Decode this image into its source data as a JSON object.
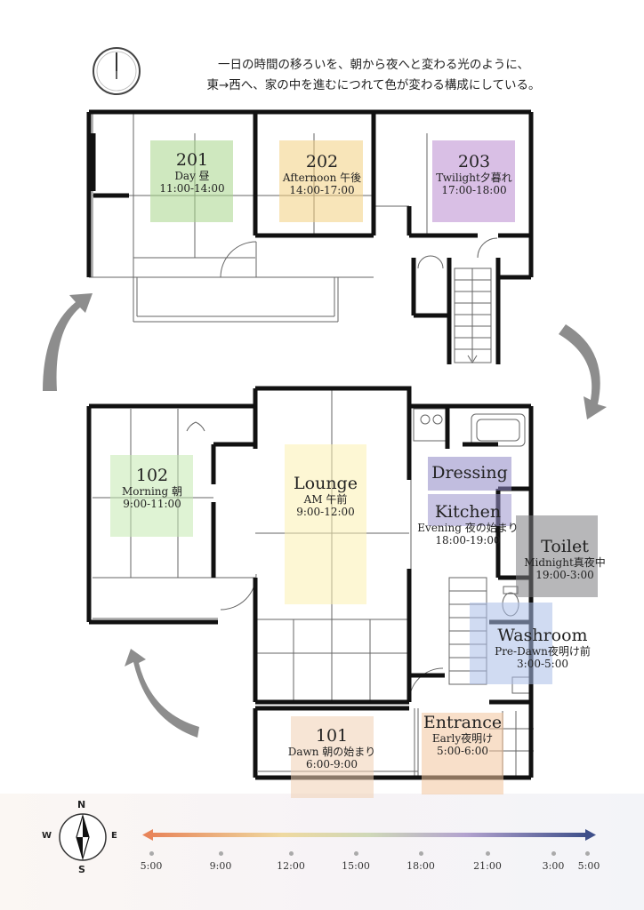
{
  "caption": {
    "line1": "一日の時間の移ろいを、朝から夜へと変わる光のように、",
    "line2": "東→西へ、家の中を進むにつれて色が変わる構成にしている。"
  },
  "rooms": [
    {
      "id": "201",
      "num": "201",
      "sub1": "Day 昼",
      "sub2": "11:00-14:00",
      "color": "#a8d58a"
    },
    {
      "id": "202",
      "num": "202",
      "sub1": "Afternoon 午後",
      "sub2": "14:00-17:00",
      "color": "#f2cf80"
    },
    {
      "id": "203",
      "num": "203",
      "sub1": "Twilight夕暮れ",
      "sub2": "17:00-18:00",
      "color": "#b98ad0"
    },
    {
      "id": "102",
      "num": "102",
      "sub1": "Morning 朝",
      "sub2": "9:00-11:00",
      "color": "#c4eab0"
    },
    {
      "id": "lounge",
      "num": "Lounge",
      "sub1": "AM 午前",
      "sub2": "9:00-12:00",
      "color": "#fbf0b0"
    },
    {
      "id": "dressing",
      "num": "Dressing",
      "sub1": "",
      "sub2": "",
      "color": "#8e86c4"
    },
    {
      "id": "kitchen",
      "num": "Kitchen",
      "sub1": "Evening 夜の始まり",
      "sub2": "18:00-19:00",
      "color": "#9a94cc"
    },
    {
      "id": "toilet",
      "num": "Toilet",
      "sub1": "Midnight真夜中",
      "sub2": "19:00-3:00",
      "color": "#7b7b80"
    },
    {
      "id": "washroom",
      "num": "Washroom",
      "sub1": "Pre-Dawn夜明け前",
      "sub2": "3:00-5:00",
      "color": "#a9bde8"
    },
    {
      "id": "101",
      "num": "101",
      "sub1": "Dawn 朝の始まり",
      "sub2": "6:00-9:00",
      "color": "#f0cfb2"
    },
    {
      "id": "entrance",
      "num": "Entrance",
      "sub1": "Early夜明け",
      "sub2": "5:00-6:00",
      "color": "#f2c49c"
    }
  ],
  "compass": {
    "n": "N",
    "s": "S",
    "e": "E",
    "w": "W"
  },
  "timeline": {
    "ticks": [
      "5:00",
      "9:00",
      "12:00",
      "15:00",
      "18:00",
      "21:00",
      "3:00",
      "5:00"
    ],
    "gradient": [
      "#e8855a",
      "#efd9a0",
      "#cfd8b8",
      "#b3a3cf",
      "#3e4f8a"
    ]
  }
}
